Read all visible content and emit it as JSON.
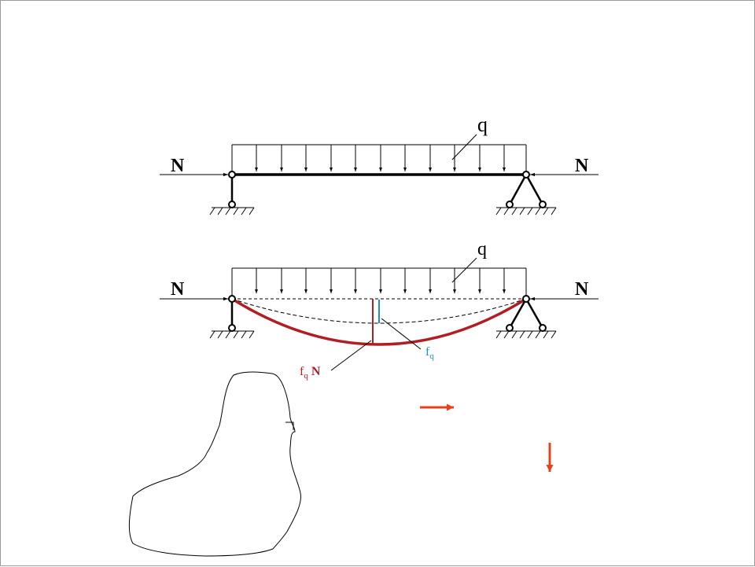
{
  "diagram1": {
    "load_label": "q",
    "left_force_label": "N",
    "right_force_label": "N"
  },
  "diagram2": {
    "load_label": "q",
    "left_force_label": "N",
    "right_force_label": "N",
    "deflection_q_base": "f",
    "deflection_q_sub": "q",
    "deflection_qn_base": "f",
    "deflection_qn_sub": "q",
    "deflection_qn_suffix": " N"
  },
  "colors": {
    "beam": "#000000",
    "deflection_total": "#b01e23",
    "deflection_q": "#1f8fc0",
    "annotation_arrow": "#e8401a"
  }
}
